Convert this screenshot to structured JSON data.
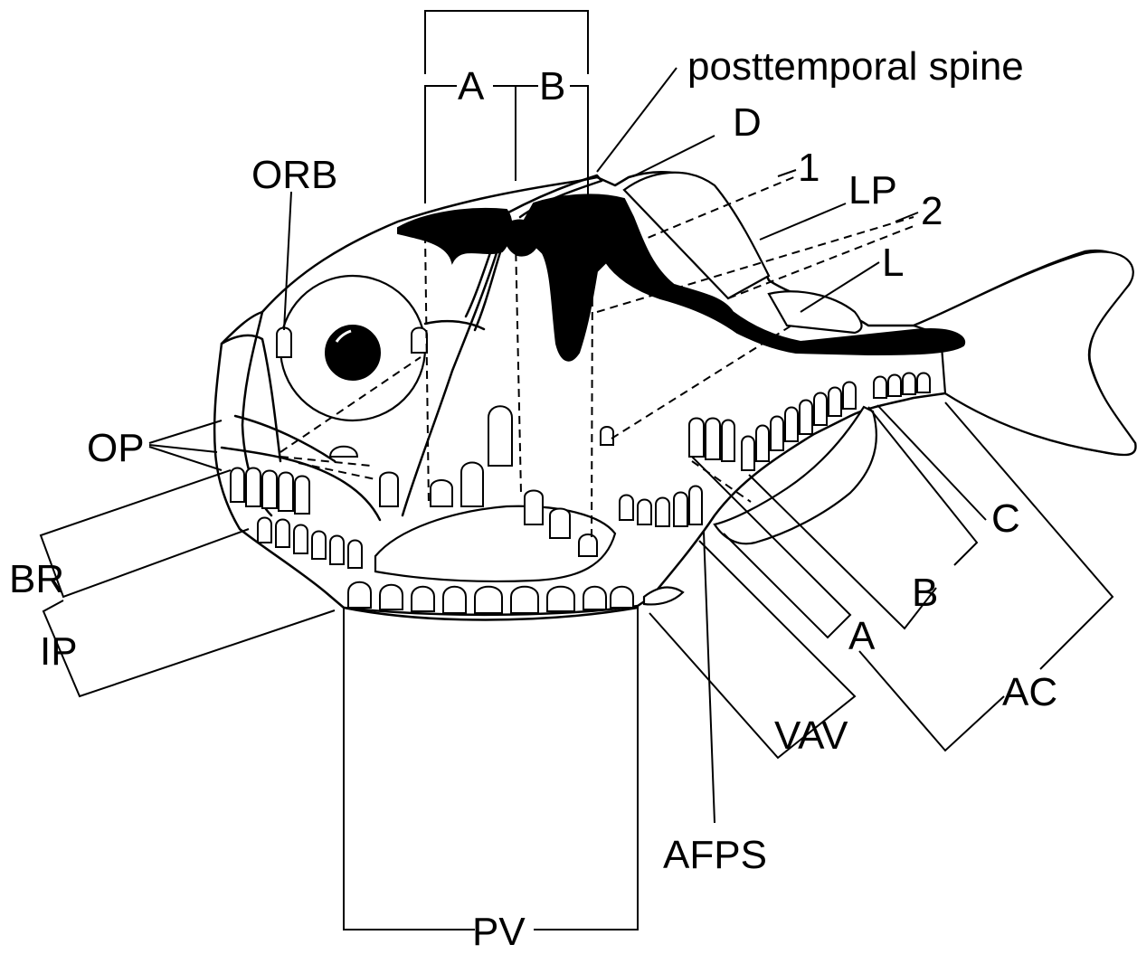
{
  "figure": {
    "labels": {
      "posttemporal_spine": "posttemporal spine",
      "orb": "ORB",
      "op": "OP",
      "br": "BR",
      "ip": "IP",
      "pv": "PV",
      "afps": "AFPS",
      "vav": "VAV",
      "ac": "AC",
      "a_bottom": "A",
      "b_bottom": "B",
      "c_bottom": "C",
      "a_top": "A",
      "b_top": "B",
      "d": "D",
      "one": "1",
      "lp": "LP",
      "two": "2",
      "l": "L"
    }
  }
}
